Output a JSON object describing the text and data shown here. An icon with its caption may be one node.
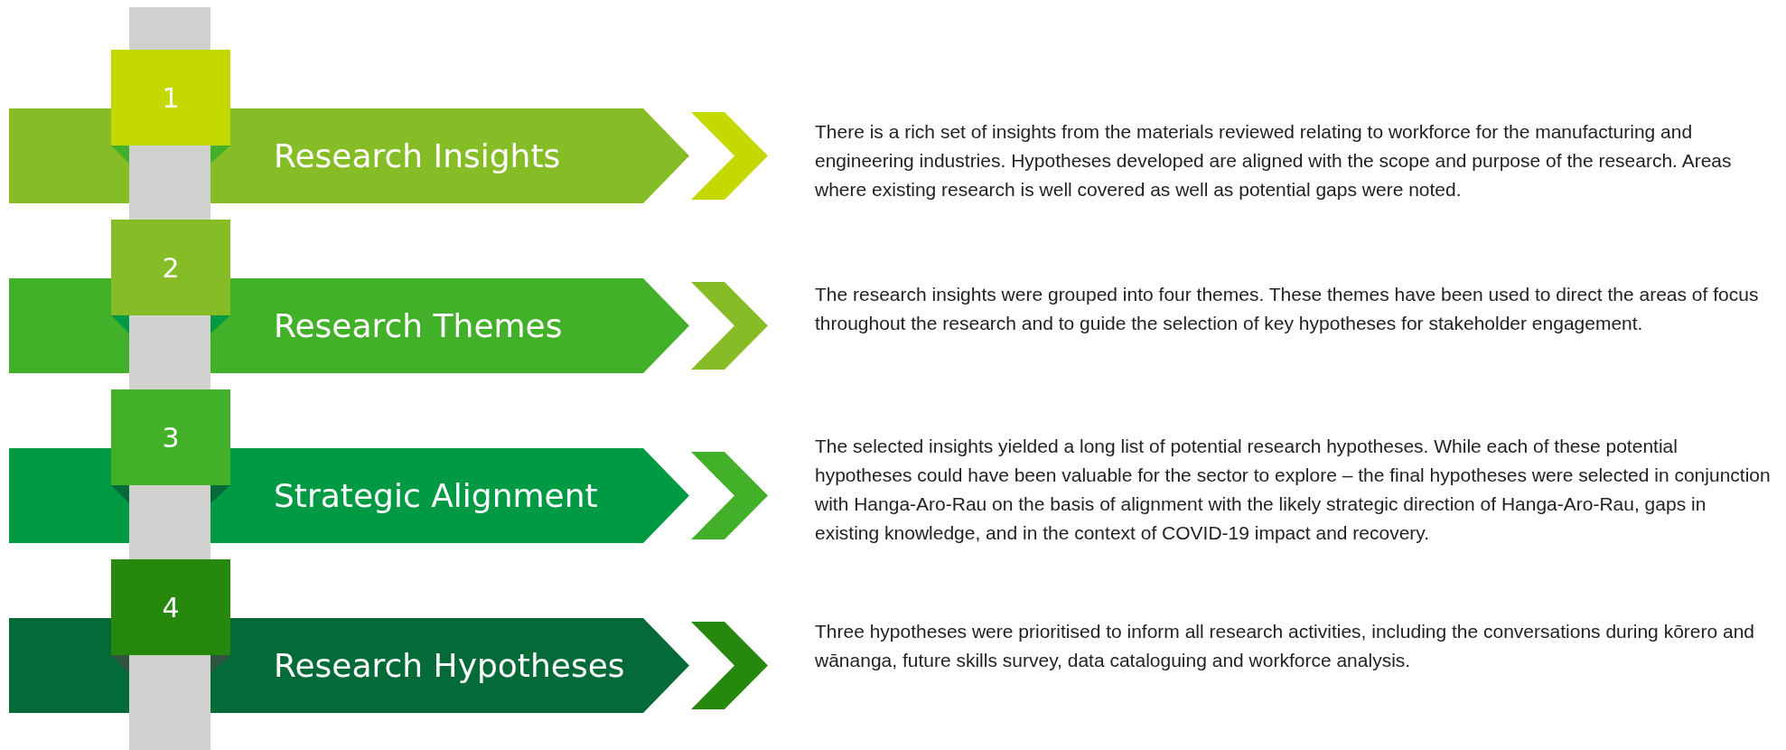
{
  "diagram": {
    "nodes": [
      {
        "text": [
          "1"
        ]
      },
      {
        "text": [
          "Research Insights"
        ]
      },
      {
        "text": [
          "There is a rich set of insights from the materials reviewed relating to workforce for the manufacturing and engineering industries. Hypotheses developed are aligned with the scope and purpose of the research. Areas where existing research is well covered as well as potential gaps were noted."
        ]
      },
      {
        "text": [
          "2"
        ]
      },
      {
        "text": [
          "Research Themes"
        ]
      },
      {
        "text": [
          "The research insights were grouped into four themes. These themes have been used to direct the areas of focus throughout the research and to guide the selection of key hypotheses for stakeholder engagement."
        ]
      },
      {
        "text": [
          "3"
        ]
      },
      {
        "text": [
          "Strategic Alignment"
        ]
      },
      {
        "text": [
          "The selected insights yielded a long list of potential research hypotheses. While each of these potential hypotheses could have been valuable for the sector to explore – the final hypotheses were selected in conjunction with Hanga-Aro-Rau on the basis of alignment with the likely strategic direction of Hanga-Aro-Rau, gaps in existing knowledge, and in the context of COVID-19 impact and recovery."
        ]
      },
      {
        "text": [
          "4"
        ]
      },
      {
        "text": [
          "Research Hypotheses"
        ]
      },
      {
        "text": [
          "Three hypotheses were prioritised to inform all research activities, including the conversations during kōrero and wānanga, future skills survey, data cataloguing and workforce analysis."
        ]
      },
      {
        "text": [],
        "shape": "bar"
      }
    ],
    "edges": [
      {
        "from": 1,
        "to": 2,
        "arrow": "to",
        "color": "#c3d900"
      },
      {
        "from": 4,
        "to": 5,
        "arrow": "to",
        "color": "#86bc25"
      },
      {
        "from": 7,
        "to": 8,
        "arrow": "to",
        "color": "#43b02a"
      },
      {
        "from": 10,
        "to": 11,
        "arrow": "to",
        "color": "#26890d"
      }
    ]
  }
}
